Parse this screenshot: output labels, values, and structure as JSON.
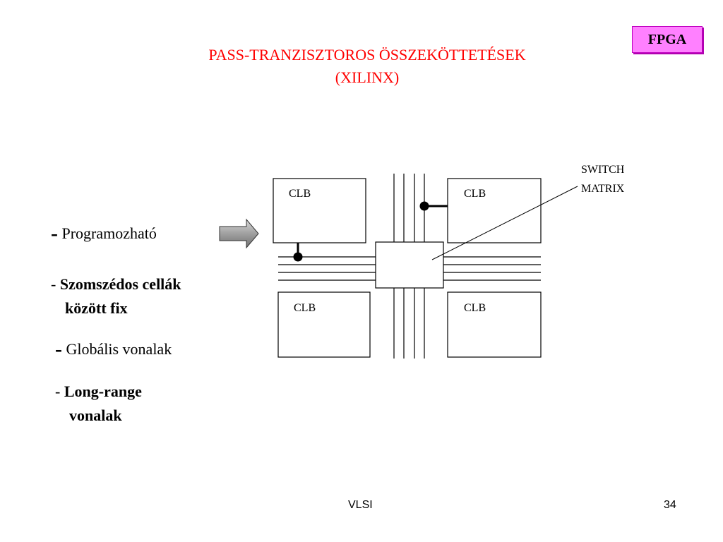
{
  "badge": "FPGA",
  "title": {
    "line1": "PASS-TRANZISZTOROS ÖSSZEKÖTTETÉSEK",
    "line2": "(XILINX)"
  },
  "bullets": [
    {
      "dash": "-",
      "text": "Programozható"
    },
    {
      "dash": "-",
      "line1": "Szomszédos cellák",
      "line2": "között fix"
    },
    {
      "dash": "-",
      "text": "Globális vonalak"
    },
    {
      "dash": "-",
      "line1": "Long-range",
      "line2": "vonalak"
    }
  ],
  "diagram": {
    "clb_labels": [
      "CLB",
      "CLB",
      "CLB",
      "CLB"
    ],
    "switch_matrix_label": {
      "line1": "SWITCH",
      "line2": "MATRIX"
    }
  },
  "footer": {
    "center": "VLSI",
    "page_number": "34"
  }
}
